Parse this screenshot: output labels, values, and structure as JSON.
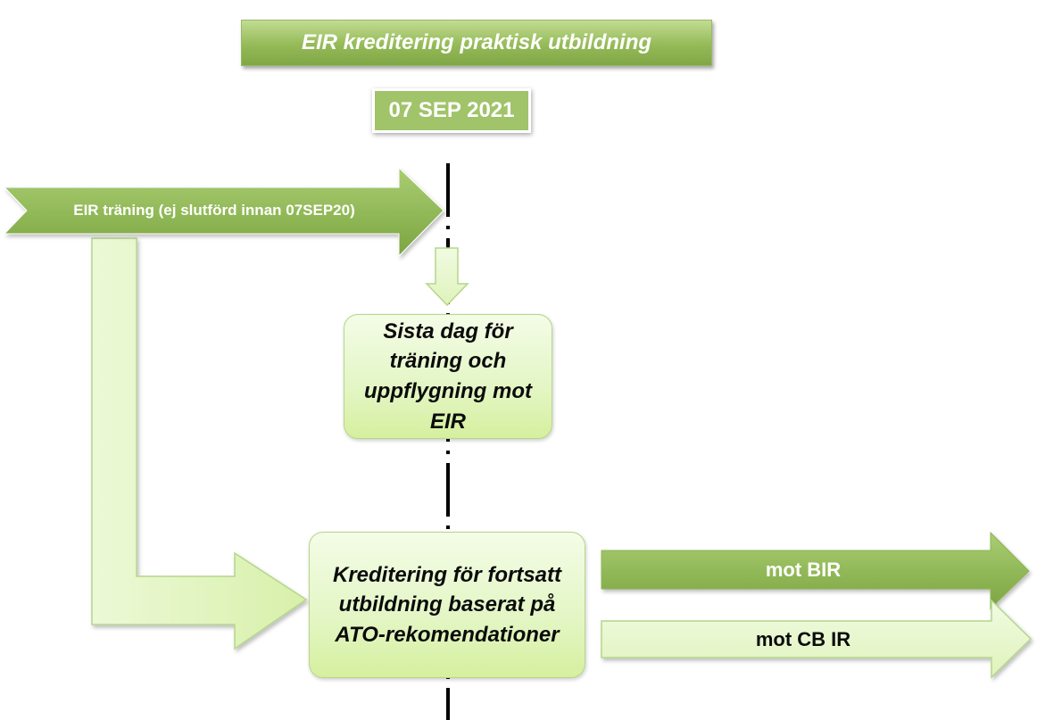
{
  "title": "EIR kreditering praktisk utbildning",
  "date_label": "07 SEP 2021",
  "training_arrow_label": "EIR träning  (ej slutförd innan 07SEP20)",
  "last_day_box": "Sista dag för träning och uppflygning mot EIR",
  "credit_box": "Kreditering för fortsatt utbildning baserat på ATO-rekomendationer",
  "bir_arrow_label": "mot BIR",
  "cbir_arrow_label": "mot CB IR",
  "colors": {
    "dark_green": "#8db553",
    "light_green": "#e4f6c6",
    "outline_green": "#b5d68b",
    "timeline": "#000000"
  }
}
